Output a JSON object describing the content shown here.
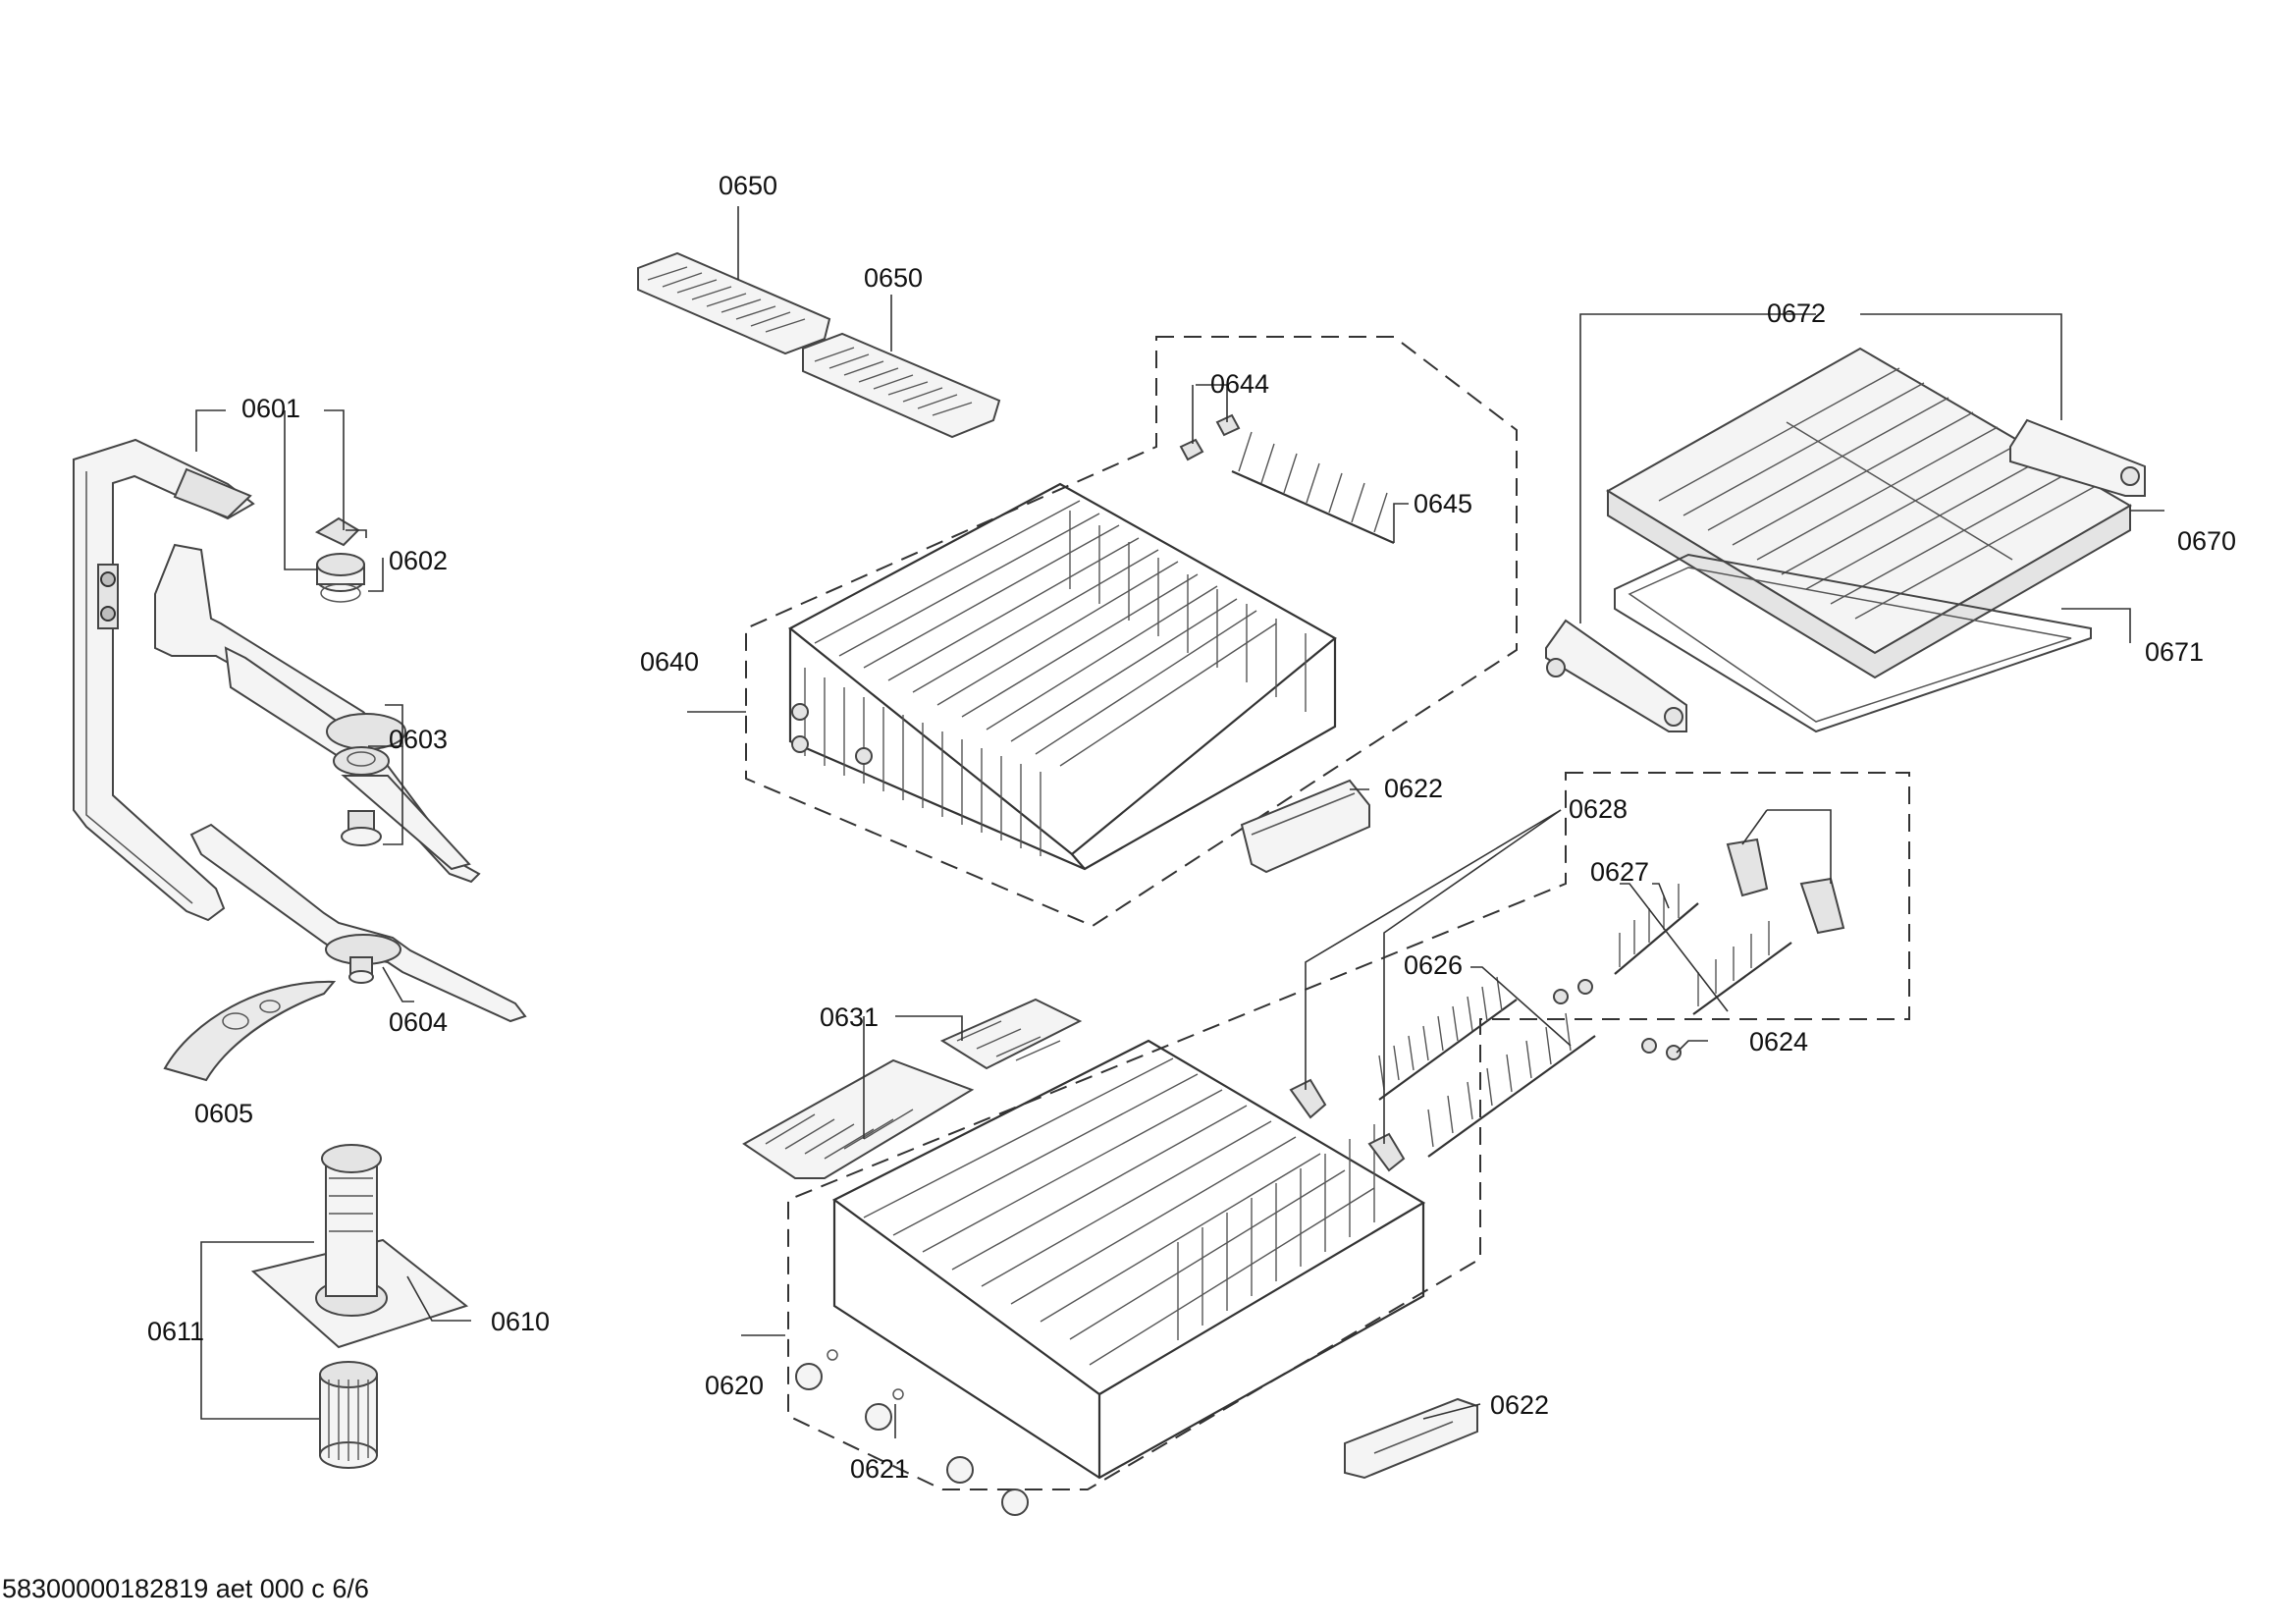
{
  "callouts": {
    "c0601": "0601",
    "c0602": "0602",
    "c0603": "0603",
    "c0604": "0604",
    "c0605": "0605",
    "c0610": "0610",
    "c0611": "0611",
    "c0620": "0620",
    "c0621": "0621",
    "c0622a": "0622",
    "c0622b": "0622",
    "c0624": "0624",
    "c0626": "0626",
    "c0627": "0627",
    "c0628": "0628",
    "c0631": "0631",
    "c0640": "0640",
    "c0644": "0644",
    "c0645": "0645",
    "c0650a": "0650",
    "c0650b": "0650",
    "c0670": "0670",
    "c0671": "0671",
    "c0672": "0672"
  },
  "footer": {
    "document_id": "58300000182819 aet 000 c 6/6"
  }
}
